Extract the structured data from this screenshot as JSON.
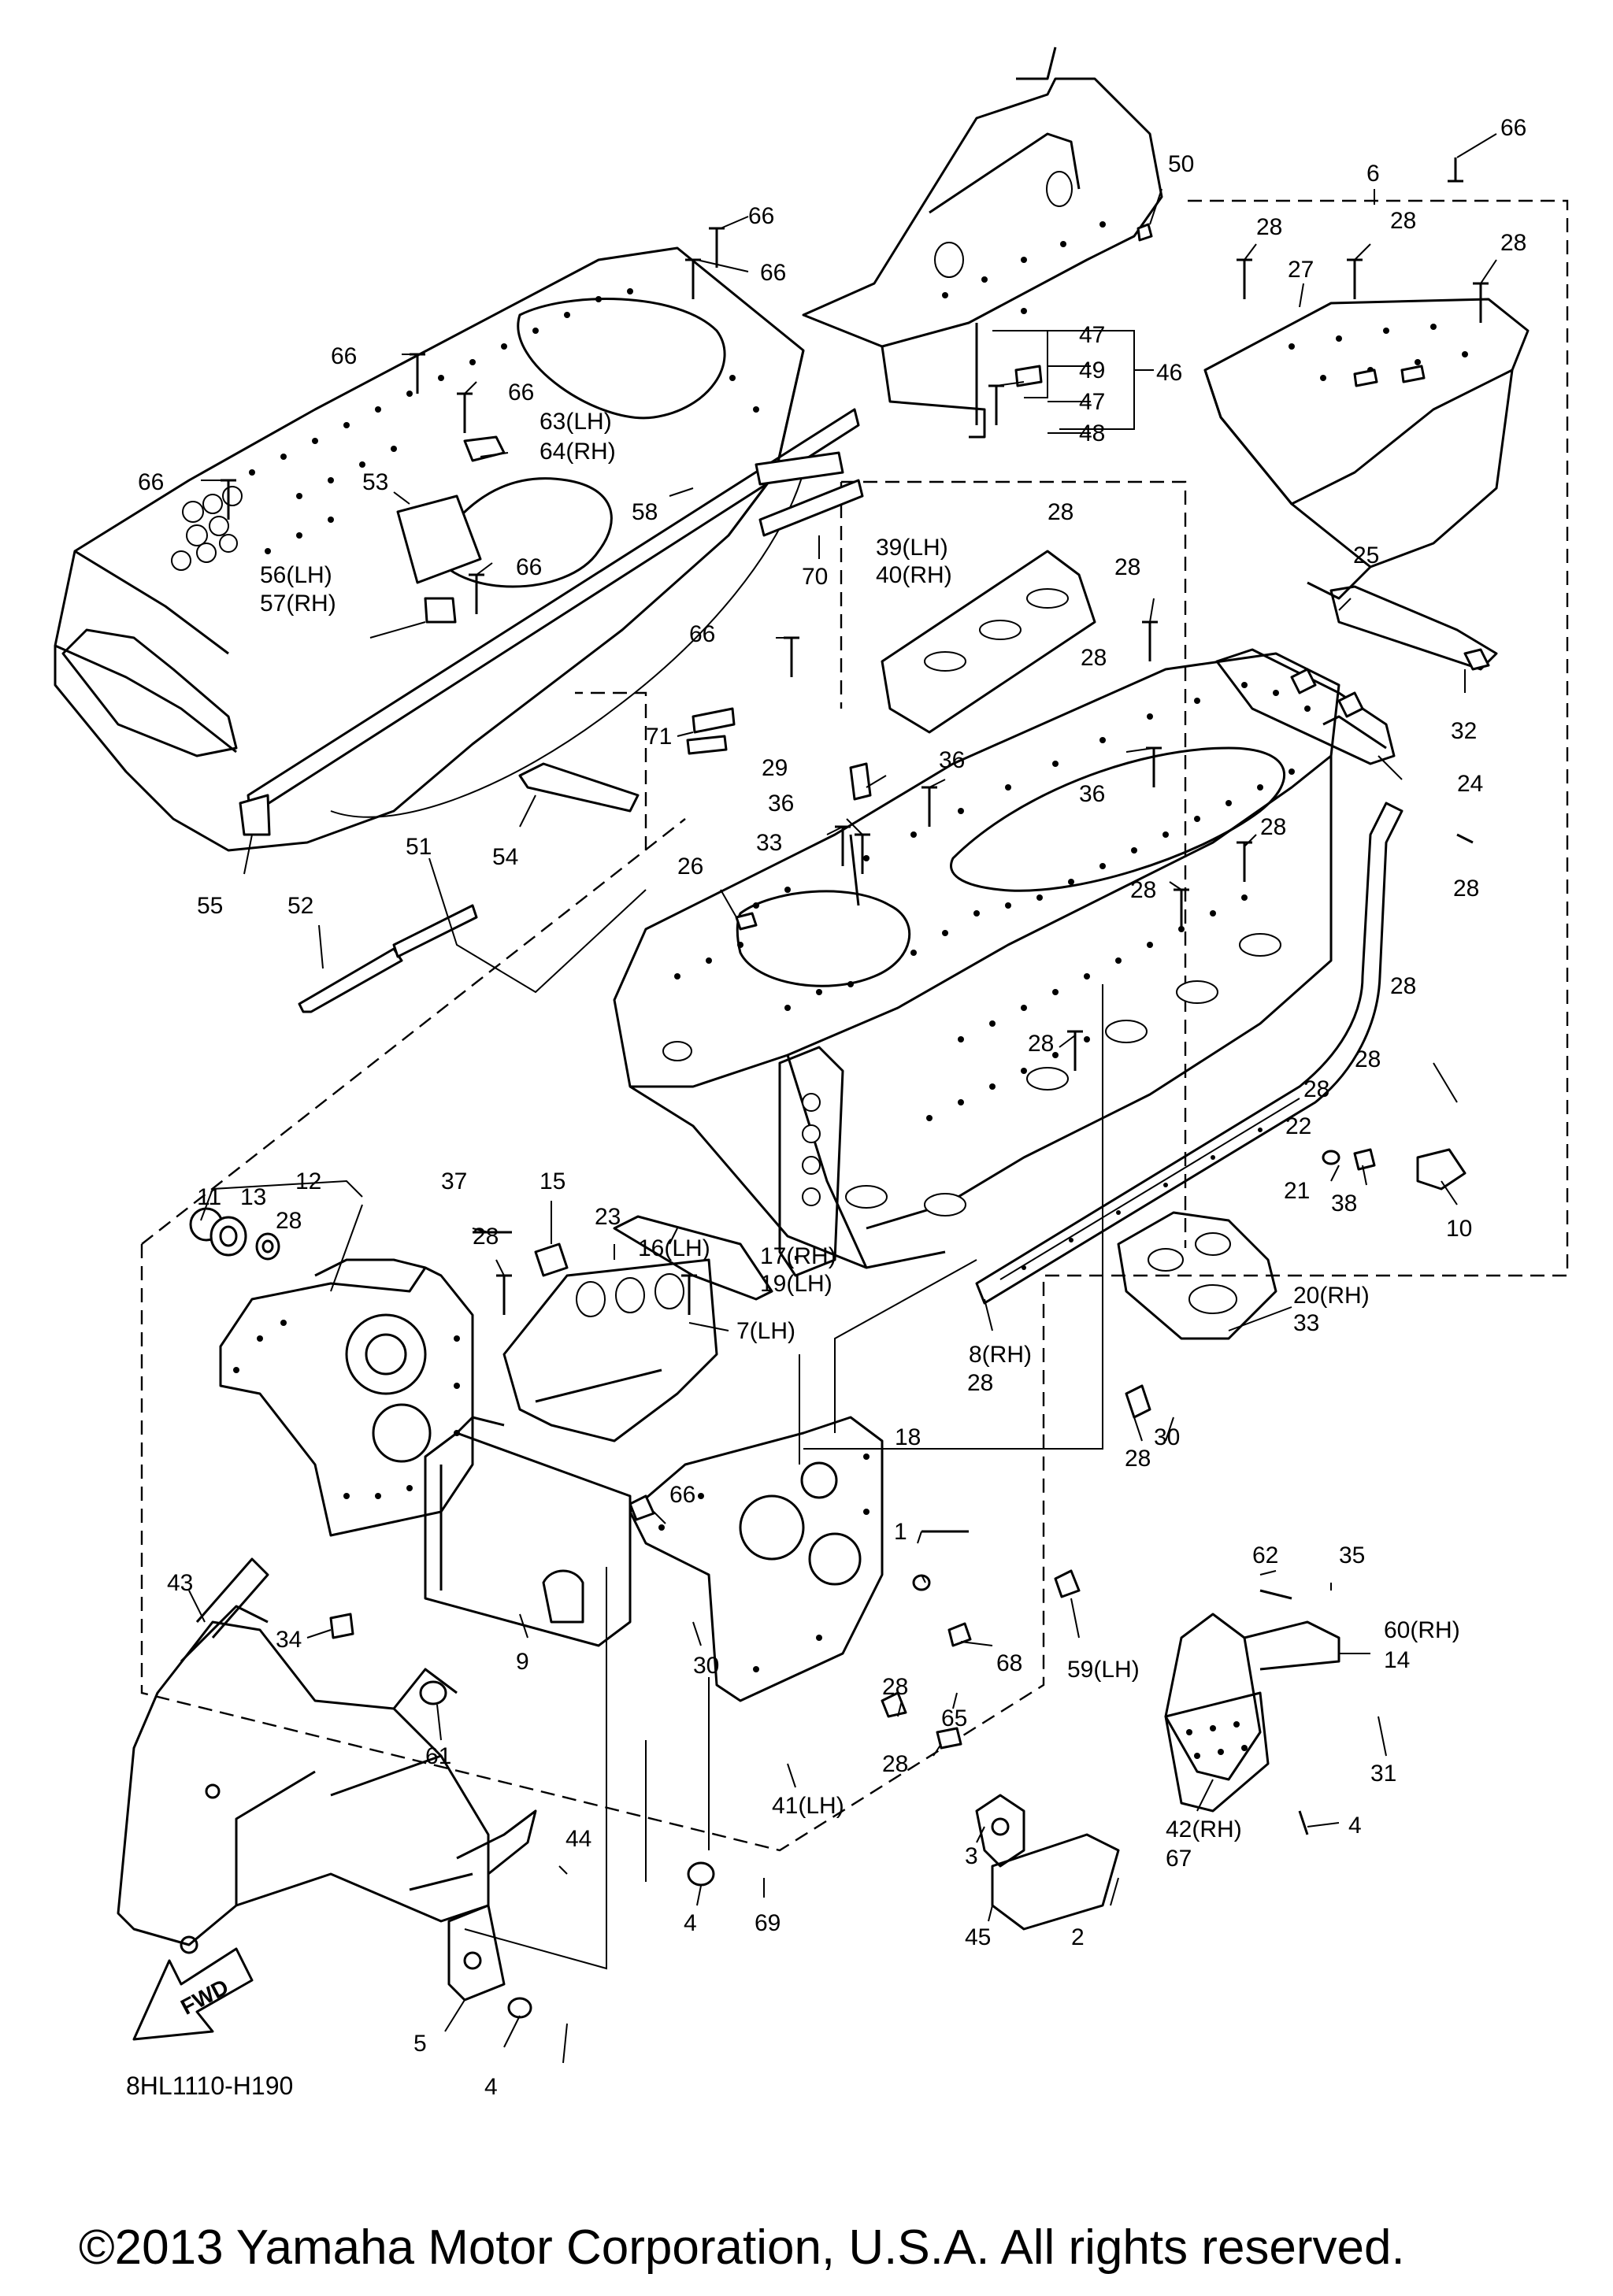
{
  "diagram": {
    "code": "8HL1110-H190",
    "copyright": "©2013 Yamaha Motor Corporation, U.S.A. All rights reserved.",
    "fwd_label": "FWD",
    "callouts": [
      {
        "id": "c66a",
        "text": "66"
      },
      {
        "id": "c50",
        "text": "50"
      },
      {
        "id": "c6",
        "text": "6"
      },
      {
        "id": "c28a",
        "text": "28"
      },
      {
        "id": "c28b",
        "text": "28"
      },
      {
        "id": "c28c",
        "text": "28"
      },
      {
        "id": "c27",
        "text": "27"
      },
      {
        "id": "c66b",
        "text": "66"
      },
      {
        "id": "c66c",
        "text": "66"
      },
      {
        "id": "c47a",
        "text": "47"
      },
      {
        "id": "c49",
        "text": "49"
      },
      {
        "id": "c46",
        "text": "46"
      },
      {
        "id": "c47b",
        "text": "47"
      },
      {
        "id": "c48",
        "text": "48"
      },
      {
        "id": "c66d",
        "text": "66"
      },
      {
        "id": "c66e",
        "text": "66"
      },
      {
        "id": "c63",
        "text": "63(LH)"
      },
      {
        "id": "c64",
        "text": "64(RH)"
      },
      {
        "id": "c66f",
        "text": "66"
      },
      {
        "id": "c53",
        "text": "53"
      },
      {
        "id": "c58",
        "text": "58"
      },
      {
        "id": "c70",
        "text": "70"
      },
      {
        "id": "c28d",
        "text": "28"
      },
      {
        "id": "c39",
        "text": "39(LH)"
      },
      {
        "id": "c40",
        "text": "40(RH)"
      },
      {
        "id": "c28e",
        "text": "28"
      },
      {
        "id": "c25",
        "text": "25"
      },
      {
        "id": "c66g",
        "text": "66"
      },
      {
        "id": "c56",
        "text": "56(LH)"
      },
      {
        "id": "c57",
        "text": "57(RH)"
      },
      {
        "id": "c66h",
        "text": "66"
      },
      {
        "id": "c28f",
        "text": "28"
      },
      {
        "id": "c32",
        "text": "32"
      },
      {
        "id": "c71",
        "text": "71"
      },
      {
        "id": "c29",
        "text": "29"
      },
      {
        "id": "c36a",
        "text": "36"
      },
      {
        "id": "c24",
        "text": "24"
      },
      {
        "id": "c36b",
        "text": "36"
      },
      {
        "id": "c36c",
        "text": "36"
      },
      {
        "id": "c33a",
        "text": "33"
      },
      {
        "id": "c28g",
        "text": "28"
      },
      {
        "id": "c28h",
        "text": "28"
      },
      {
        "id": "c55",
        "text": "55"
      },
      {
        "id": "c54",
        "text": "54"
      },
      {
        "id": "c51",
        "text": "51"
      },
      {
        "id": "c26",
        "text": "26"
      },
      {
        "id": "c28i",
        "text": "28"
      },
      {
        "id": "c52",
        "text": "52"
      },
      {
        "id": "c28j",
        "text": "28"
      },
      {
        "id": "c28k",
        "text": "28"
      },
      {
        "id": "c28l",
        "text": "28"
      },
      {
        "id": "c28m",
        "text": "28"
      },
      {
        "id": "c22",
        "text": "22"
      },
      {
        "id": "c21",
        "text": "21"
      },
      {
        "id": "c38",
        "text": "38"
      },
      {
        "id": "c10",
        "text": "10"
      },
      {
        "id": "c12",
        "text": "12"
      },
      {
        "id": "c11",
        "text": "11"
      },
      {
        "id": "c13",
        "text": "13"
      },
      {
        "id": "c28n",
        "text": "28"
      },
      {
        "id": "c37",
        "text": "37"
      },
      {
        "id": "c15",
        "text": "15"
      },
      {
        "id": "c23",
        "text": "23"
      },
      {
        "id": "c16",
        "text": "16(LH)"
      },
      {
        "id": "c17",
        "text": "17(RH)"
      },
      {
        "id": "c19",
        "text": "19(LH)"
      },
      {
        "id": "c20",
        "text": "20(RH)"
      },
      {
        "id": "c33b",
        "text": "33"
      },
      {
        "id": "c28o",
        "text": "28"
      },
      {
        "id": "c7",
        "text": "7(LH)"
      },
      {
        "id": "c8",
        "text": "8(RH)"
      },
      {
        "id": "c28p",
        "text": "28"
      },
      {
        "id": "c18",
        "text": "18"
      },
      {
        "id": "c28q",
        "text": "28"
      },
      {
        "id": "c30a",
        "text": "30"
      },
      {
        "id": "c66i",
        "text": "66"
      },
      {
        "id": "c62",
        "text": "62"
      },
      {
        "id": "c35",
        "text": "35"
      },
      {
        "id": "c1",
        "text": "1"
      },
      {
        "id": "c43",
        "text": "43"
      },
      {
        "id": "c59",
        "text": "59(LH)"
      },
      {
        "id": "c60",
        "text": "60(RH)"
      },
      {
        "id": "c14",
        "text": "14"
      },
      {
        "id": "c9",
        "text": "9"
      },
      {
        "id": "c30b",
        "text": "30"
      },
      {
        "id": "c68",
        "text": "68"
      },
      {
        "id": "c34",
        "text": "34"
      },
      {
        "id": "c28r",
        "text": "28"
      },
      {
        "id": "c65",
        "text": "65"
      },
      {
        "id": "c61",
        "text": "61"
      },
      {
        "id": "c31",
        "text": "31"
      },
      {
        "id": "c28s",
        "text": "28"
      },
      {
        "id": "c41",
        "text": "41(LH)"
      },
      {
        "id": "c42",
        "text": "42(RH)"
      },
      {
        "id": "c67",
        "text": "67"
      },
      {
        "id": "c4a",
        "text": "4"
      },
      {
        "id": "c44",
        "text": "44"
      },
      {
        "id": "c3",
        "text": "3"
      },
      {
        "id": "c4b",
        "text": "4"
      },
      {
        "id": "c69",
        "text": "69"
      },
      {
        "id": "c45",
        "text": "45"
      },
      {
        "id": "c2",
        "text": "2"
      },
      {
        "id": "c5",
        "text": "5"
      },
      {
        "id": "c4c",
        "text": "4"
      }
    ]
  }
}
